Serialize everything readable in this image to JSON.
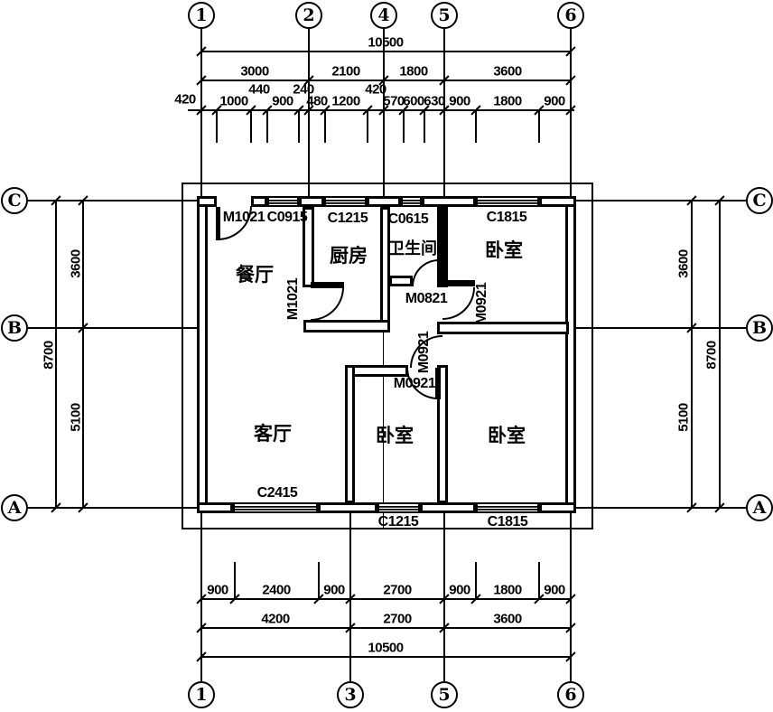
{
  "drawing": {
    "axes": {
      "top": [
        "1",
        "2",
        "4",
        "5",
        "6"
      ],
      "bottom": [
        "1",
        "3",
        "5",
        "6"
      ],
      "left": [
        "C",
        "B",
        "A"
      ],
      "right": [
        "C",
        "B",
        "A"
      ]
    },
    "dims": {
      "top_total": "10500",
      "top_major": [
        "3000",
        "2100",
        "1800",
        "3600"
      ],
      "top_minor": [
        "420",
        "1000",
        "440",
        "900",
        "240",
        "480",
        "1200",
        "420",
        "570",
        "600",
        "630",
        "900",
        "1800",
        "900"
      ],
      "bottom_minor": [
        "900",
        "2400",
        "900",
        "2700",
        "900",
        "1800",
        "900"
      ],
      "bottom_major": [
        "4200",
        "2700",
        "3600"
      ],
      "bottom_total": "10500",
      "left_inner": [
        "3600",
        "5100"
      ],
      "left_total": "8700",
      "right_inner": [
        "3600",
        "5100"
      ],
      "right_total": "8700"
    },
    "rooms": {
      "dining": "餐厅",
      "kitchen": "厨房",
      "bath": "卫生间",
      "bedroom_ne": "卧室",
      "living": "客厅",
      "bedroom_s": "卧室",
      "bedroom_se": "卧室"
    },
    "openings": {
      "entry_door": "M1021",
      "win_c0915": "C0915",
      "win_c1215_top": "C1215",
      "win_c0615": "C0615",
      "win_c1815_top": "C1815",
      "kitchen_door": "M1021",
      "bath_door": "M0821",
      "bedroom_ne_door": "M0921",
      "bedroom_se_door": "M0921",
      "bedroom_s_door": "M0921",
      "win_c2415": "C2415",
      "win_c1215_bottom": "C1215",
      "win_c1815_bottom": "C1815"
    },
    "colors": {
      "ink": "#000000",
      "paper": "#ffffff"
    }
  }
}
